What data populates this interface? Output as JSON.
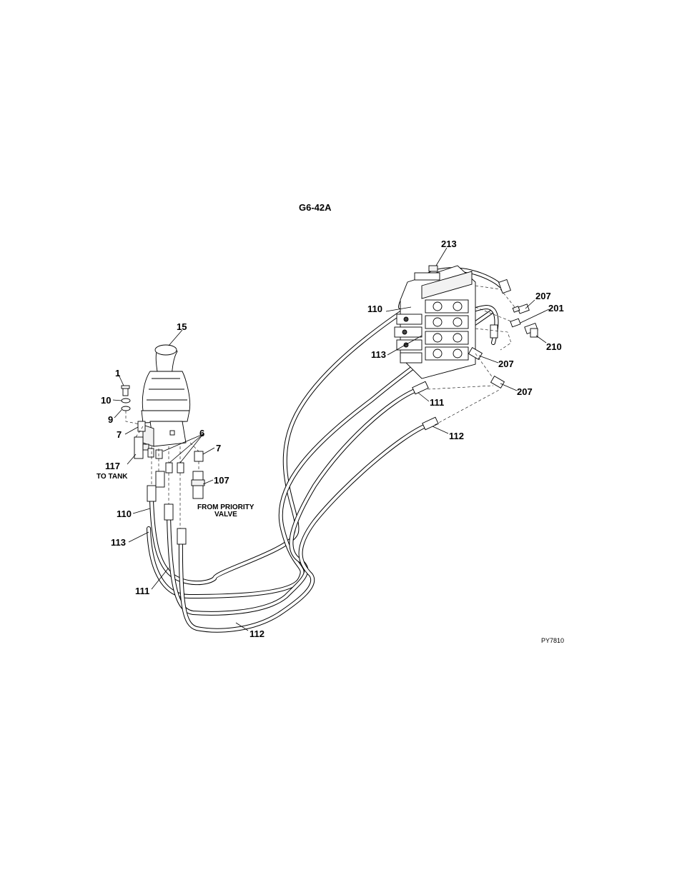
{
  "title": "G6-42A",
  "drawing_ref": "PY7810",
  "labels": {
    "l213": "213",
    "l207a": "207",
    "l201": "201",
    "l210": "210",
    "l207b": "207",
    "l207c": "207",
    "l110r": "110",
    "l113r": "113",
    "l111r": "111",
    "l112r": "112",
    "l15": "15",
    "l1": "1",
    "l10": "10",
    "l9": "9",
    "l7a": "7",
    "l6": "6",
    "l7b": "7",
    "l117": "117",
    "to_tank": "TO TANK",
    "l107": "107",
    "from_priority_1": "FROM PRIORITY",
    "from_priority_2": "VALVE",
    "l110l": "110",
    "l113l": "113",
    "l111l": "111",
    "l112b": "112"
  }
}
